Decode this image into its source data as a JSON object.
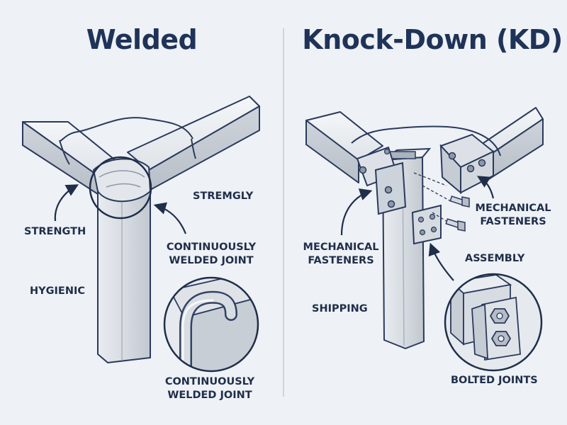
{
  "welded": {
    "title": "Welded",
    "labels": {
      "strength": "STRENGTH",
      "stremgly": "STREMGLY",
      "hygienic": "HYGIENIC",
      "joint_top_line1": "CONTINUOUSLY",
      "joint_top_line2": "WELDED JOINT",
      "joint_bottom_line1": "CONTINUOUSLY",
      "joint_bottom_line2": "WELDED JOINT"
    }
  },
  "knockdown": {
    "title": "Knock-Down (KD)",
    "labels": {
      "fasteners_left_line1": "MECHANICAL",
      "fasteners_left_line2": "FASTENERS",
      "fasteners_right_line1": "MECHANICAL",
      "fasteners_right_line2": "FASTENERS",
      "assembly": "ASSEMBLY",
      "shipping": "SHIPPING",
      "bolted_joints": "BOLTED JOINTS"
    }
  },
  "colors": {
    "outline": "#2a3a5c",
    "metal_light": "#eef0f3",
    "metal_mid": "#d3d8df",
    "metal_dark": "#b6bdc7",
    "title": "#1f3358"
  }
}
